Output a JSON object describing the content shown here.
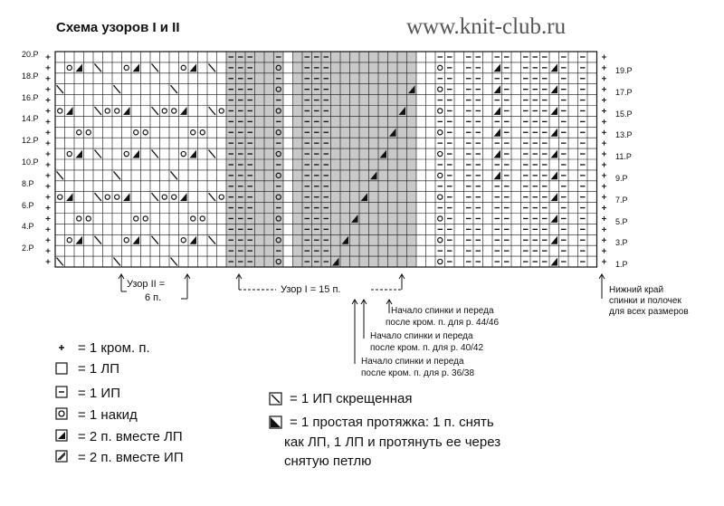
{
  "title": "Схема узоров I и II",
  "watermark": "www.knit-club.ru",
  "row_labels_left": [
    "20.Р",
    "18.Р",
    "16.Р",
    "14.Р",
    "12.Р",
    "10.Р",
    "8.Р",
    "6.Р",
    "4.Р",
    "2.Р"
  ],
  "row_labels_right": [
    "19.Р",
    "17.Р",
    "15.Р",
    "13.Р",
    "11.Р",
    "9.Р",
    "7.Р",
    "5.Р",
    "3.Р",
    "1.Р"
  ],
  "pattern2": {
    "line1": "Узор II =",
    "line2": "6 п."
  },
  "pattern1": "Узор I = 15 п.",
  "start_4446": {
    "line1": "Начало спинки и переда",
    "line2": "после кром. п. для р. 44/46"
  },
  "start_4042": {
    "line1": "Начало спинки и переда",
    "line2": "после кром. п. для р. 40/42"
  },
  "start_3638": {
    "line1": "Начало спинки и переда",
    "line2": "после кром. п. для р. 36/38"
  },
  "bottom_edge": {
    "line1": "Нижний край",
    "line2": "спинки и полочек",
    "line3": "для всех размеров"
  },
  "legend_left": [
    {
      "sym": "+",
      "text": "= 1 кром. п."
    },
    {
      "sym": "knit",
      "text": "= 1 ЛП"
    },
    {
      "sym": "purl",
      "text": "= 1 ИП"
    },
    {
      "sym": "yo",
      "text": "= 1 накид"
    },
    {
      "sym": "k2tog",
      "text": "= 2 п. вместе ЛП"
    },
    {
      "sym": "p2tog",
      "text": "= 2 п. вместе ИП"
    }
  ],
  "legend_right": {
    "crossed": "= 1 ИП скрещенная",
    "skp_line1": "= 1 простая протяжка: 1 п. снять",
    "skp_line2": "как ЛП, 1 ЛП и протянуть ее через",
    "skp_line3": "снятую петлю"
  }
}
